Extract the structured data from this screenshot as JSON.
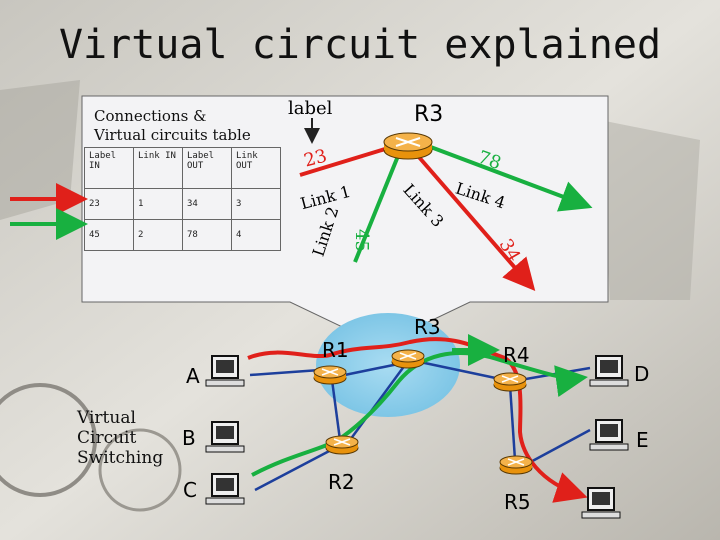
{
  "title": "Virtual circuit explained",
  "panel": {
    "heading_line1": "Connections &",
    "heading_line2": "Virtual circuits table",
    "label_pointer": "label",
    "router": "R3"
  },
  "vc_table": {
    "headers": [
      "Label IN",
      "Link IN",
      "Label OUT",
      "Link OUT"
    ],
    "rows": [
      [
        "23",
        "1",
        "34",
        "3"
      ],
      [
        "45",
        "2",
        "78",
        "4"
      ]
    ]
  },
  "zoom_labels": {
    "label_23": "23",
    "label_78": "78",
    "label_45": "45",
    "label_34": "34",
    "link1": "Link 1",
    "link2": "Link 2",
    "link3": "Link 3",
    "link4": "Link 4"
  },
  "routers": [
    "R1",
    "R2",
    "R3",
    "R4",
    "R5"
  ],
  "hosts": [
    "A",
    "B",
    "C",
    "D",
    "E"
  ],
  "caption": [
    "Virtual",
    "Circuit",
    "Switching"
  ],
  "colors": {
    "panel": "#f3f3f5",
    "circuit_red": "#e0201a",
    "circuit_green": "#18b040",
    "router_orange": "#e8920c",
    "cloud": "#7ec6e6",
    "link_blue": "#1d3f9c"
  }
}
